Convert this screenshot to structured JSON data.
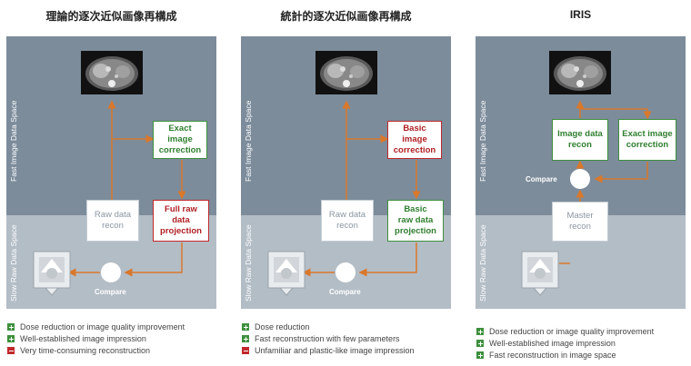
{
  "panels": [
    {
      "title": "理論的逐次近似画像再構成",
      "fast_label": "Fast Image Data Space",
      "slow_label": "Slow Raw Data Space",
      "boxes": [
        {
          "label": "Exact image\ncorrection",
          "style": "green"
        },
        {
          "label": "Raw data\nrecon",
          "style": "gray"
        },
        {
          "label": "Full raw\ndata\nprojection",
          "style": "red"
        }
      ],
      "compare_label": "Compare",
      "bullets": [
        {
          "type": "plus",
          "text": "Dose reduction or image quality improvement"
        },
        {
          "type": "plus",
          "text": "Well-established image impression"
        },
        {
          "type": "minus",
          "text": "Very time-consuming reconstruction"
        }
      ]
    },
    {
      "title": "統計的逐次近似画像再構成",
      "fast_label": "Fast Image Data Space",
      "slow_label": "Slow Raw Data Space",
      "boxes": [
        {
          "label": "Basic image\ncorrection",
          "style": "red"
        },
        {
          "label": "Raw data\nrecon",
          "style": "gray"
        },
        {
          "label": "Basic\nraw data\nprojection",
          "style": "green"
        }
      ],
      "compare_label": "Compare",
      "bullets": [
        {
          "type": "plus",
          "text": "Dose reduction"
        },
        {
          "type": "plus",
          "text": "Fast reconstruction with few parameters"
        },
        {
          "type": "minus",
          "text": "Unfamiliar and plastic-like image impression"
        }
      ]
    },
    {
      "title": "IRIS",
      "fast_label": "Fast Image Data Space",
      "slow_label": "Slow Raw Data Space",
      "boxes": [
        {
          "label": "Image data\nrecon",
          "style": "green"
        },
        {
          "label": "Exact image\ncorrection",
          "style": "green"
        },
        {
          "label": "Master\nrecon",
          "style": "gray"
        }
      ],
      "compare_label": "Compare",
      "bullets": [
        {
          "type": "plus",
          "text": "Dose reduction or image quality improvement"
        },
        {
          "type": "plus",
          "text": "Well-established image impression"
        },
        {
          "type": "plus",
          "text": "Fast reconstruction in image space"
        }
      ]
    }
  ],
  "colors": {
    "fast_bg": "#7c8c9b",
    "slow_bg": "#b3bdc6",
    "arrow": "#d9782b",
    "green": "#3d8f3d",
    "red": "#c0282b"
  }
}
